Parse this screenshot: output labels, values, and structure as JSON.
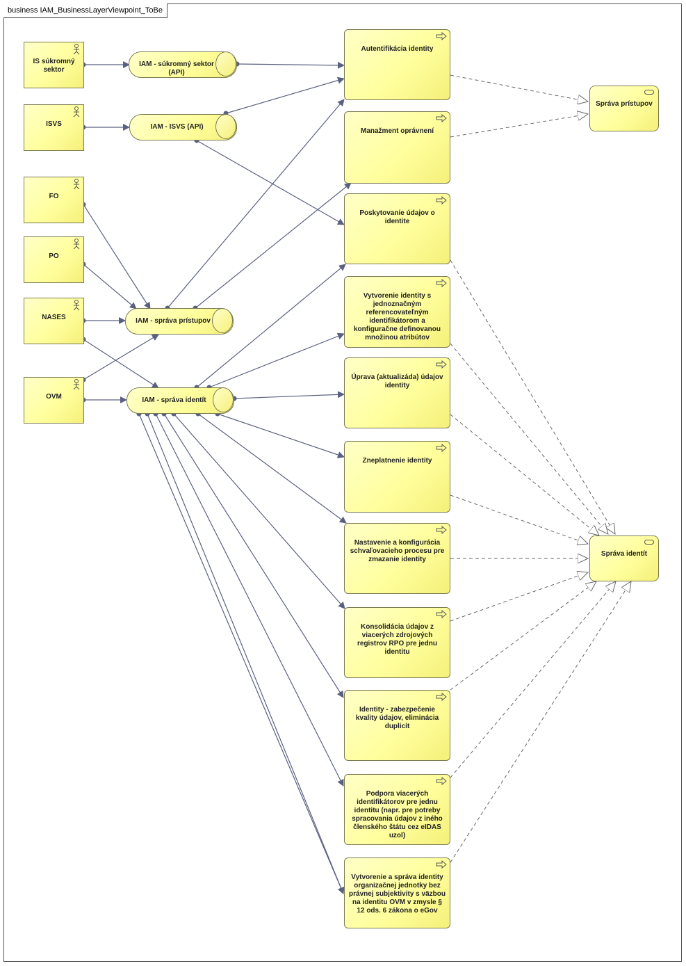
{
  "diagram": {
    "title": "business IAM_BusinessLayerViewpoint_ToBe",
    "actors": [
      {
        "id": "a1",
        "label": "IS súkromný sektor"
      },
      {
        "id": "a2",
        "label": "ISVS"
      },
      {
        "id": "a3",
        "label": "FO"
      },
      {
        "id": "a4",
        "label": "PO"
      },
      {
        "id": "a5",
        "label": "NASES"
      },
      {
        "id": "a6",
        "label": "OVM"
      }
    ],
    "interfaces": [
      {
        "id": "i1",
        "label": "IAM - súkromný sektor (API)"
      },
      {
        "id": "i2",
        "label": "IAM - ISVS (API)"
      },
      {
        "id": "i3",
        "label": "IAM - správa prístupov"
      },
      {
        "id": "i4",
        "label": "IAM - správa identít"
      }
    ],
    "processes": [
      {
        "id": "p1",
        "label": "Autentifikácia identity"
      },
      {
        "id": "p2",
        "label": "Manažment oprávnení"
      },
      {
        "id": "p3",
        "label": "Poskytovanie údajov o identite"
      },
      {
        "id": "p4",
        "label": "Vytvorenie identity s jednoznačným referencovateľným identifikátorom a konfiguračne definovanou množinou atribútov"
      },
      {
        "id": "p5",
        "label": "Úprava (aktualizáda) údajov identity"
      },
      {
        "id": "p6",
        "label": "Zneplatnenie identity"
      },
      {
        "id": "p7",
        "label": "Nastavenie a konfigurácia schvaľovacieho procesu pre zmazanie identity"
      },
      {
        "id": "p8",
        "label": "Konsolidácia údajov z viacerých zdrojových registrov RPO pre jednu identitu"
      },
      {
        "id": "p9",
        "label": "Identity - zabezpečenie kvality údajov, eliminácia duplicít"
      },
      {
        "id": "p10",
        "label": "Podpora viacerých identifikátorov pre jednu identitu (napr. pre potreby spracovania údajov z iného členského štátu cez eIDAS uzol)"
      },
      {
        "id": "p11",
        "label": "Vytvorenie a správa identity organizačnej jednotky bez právnej subjektivity s väzbou na identitu OVM v zmysle § 12 ods. 6 zákona o eGov"
      }
    ],
    "services": [
      {
        "id": "s1",
        "label": "Správa prístupov"
      },
      {
        "id": "s2",
        "label": "Správa identít"
      }
    ],
    "colors": {
      "fill": "#ffffa8",
      "border": "#7a7a52",
      "edge": "#5a6080"
    }
  }
}
